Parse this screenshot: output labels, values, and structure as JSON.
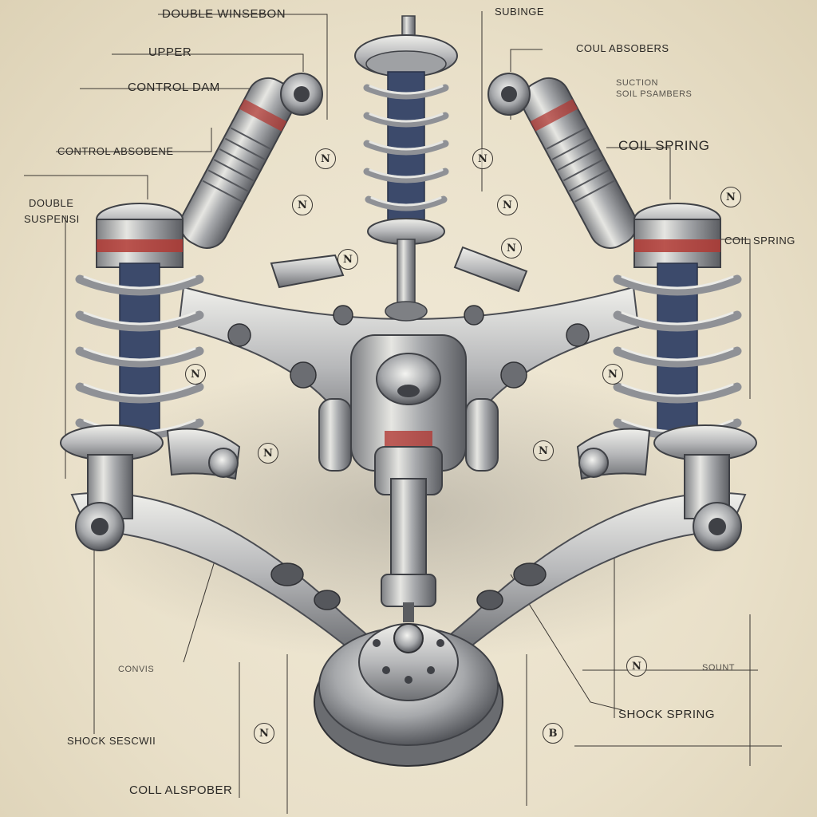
{
  "labels": {
    "double_wishbone": "DOUBLE WINSEBON",
    "upper": "UPPER",
    "control_arm": "CONTROL DAM",
    "control_absorber": "CONTROL ABSOBENE",
    "double_suspension_1": "DOUBLE",
    "double_suspension_2": "SUSPENSI",
    "top_center": "SUBINGE",
    "coil_absorber": "COUL ABSOBERS",
    "coil_small_1": "SUCTION",
    "coil_small_2": "SOIL PSAMBERS",
    "coil_spring_1": "COIL SPRING",
    "coil_spring_2": "COIL SPRING",
    "lower_left_small": "CONVIS",
    "shock_spring": "SHOCK SPRING",
    "shock_left": "SHOCK SESCWII",
    "coil_bottom": "COLL ALSPOBER",
    "right_small": "SOUNT"
  },
  "markers": [
    "N",
    "N",
    "N",
    "N",
    "N",
    "N",
    "N",
    "N",
    "N",
    "N",
    "N",
    "N",
    "N",
    "B"
  ],
  "colors": {
    "background": "#ece4cf",
    "metal_light": "#d7d7d3",
    "metal_dark": "#4a4c52",
    "accent_red": "#b23a34",
    "ink": "#2b2926"
  }
}
